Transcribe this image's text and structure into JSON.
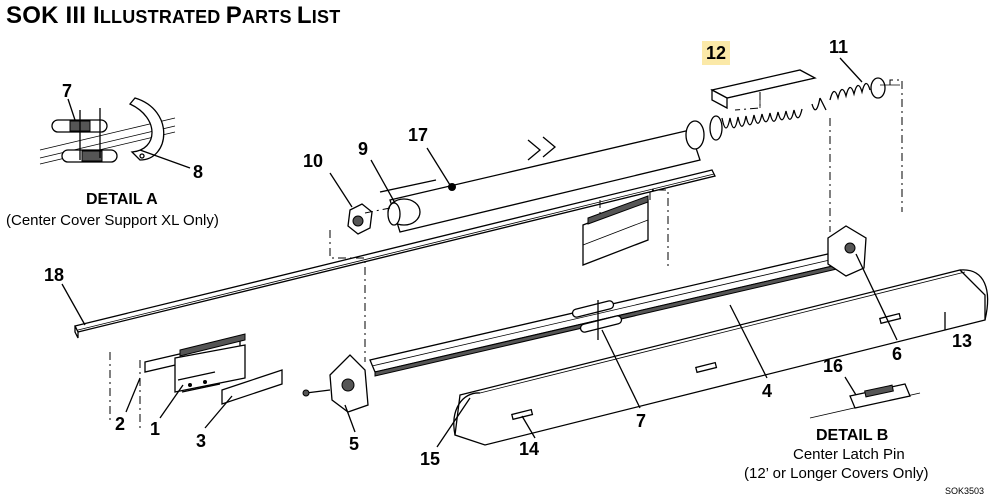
{
  "title": {
    "prefix_big": "SOK III ",
    "word1_initial": "I",
    "word1_rest": "LLUSTRATED ",
    "word2_initial": "P",
    "word2_rest": "ARTS ",
    "word3_initial": "L",
    "word3_rest": "IST"
  },
  "callouts": {
    "c1": "1",
    "c2": "2",
    "c3": "3",
    "c4": "4",
    "c5": "5",
    "c6": "6",
    "c7a": "7",
    "c7b": "7",
    "c8": "8",
    "c9": "9",
    "c10": "10",
    "c11": "11",
    "c12": "12",
    "c13": "13",
    "c14": "14",
    "c15": "15",
    "c16": "16",
    "c17": "17",
    "c18": "18"
  },
  "detail_a": {
    "title": "DETAIL A",
    "subtitle": "(Center Cover Support XL Only)"
  },
  "detail_b": {
    "title": "DETAIL B",
    "line1": "Center Latch Pin",
    "line2": "(12’ or Longer Covers Only)"
  },
  "drawing_code": "SOK3503",
  "colors": {
    "highlight": "#fbe9a8",
    "ink": "#000000"
  }
}
